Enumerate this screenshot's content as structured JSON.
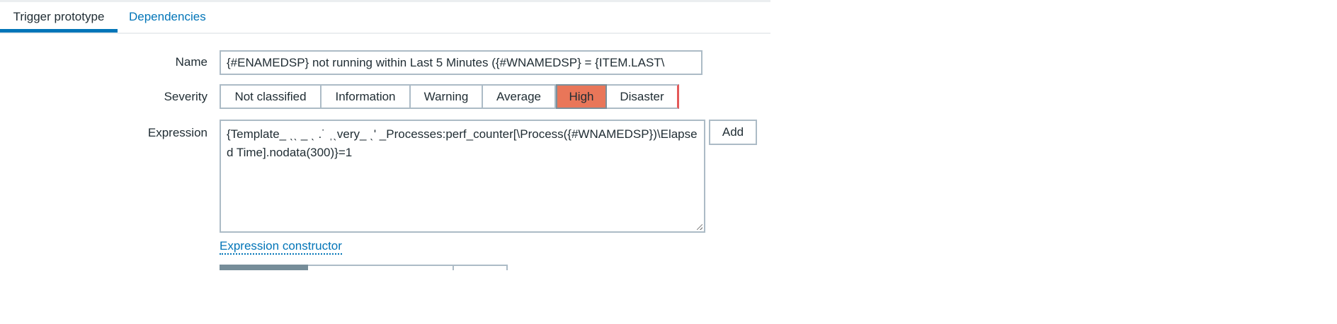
{
  "tabs": [
    {
      "label": "Trigger prototype",
      "active": true
    },
    {
      "label": "Dependencies",
      "active": false
    }
  ],
  "form": {
    "name_label": "Name",
    "name_value": "{#ENAMEDSP}  not running within Last 5 Minutes ({#WNAMEDSP} = {ITEM.LAST\\",
    "severity_label": "Severity",
    "severity_options": [
      "Not classified",
      "Information",
      "Warning",
      "Average",
      "High",
      "Disaster"
    ],
    "severity_selected": "High",
    "expression_label": "Expression",
    "expression_value": "{Template_  ˎˎ  _ ˎ .˙ ˌˎvery_   ˎ' _Processes:perf_counter[\\Process({#WNAMEDSP})\\Elapsed Time].nodata(300)}=1",
    "add_button": "Add",
    "expression_constructor_link": "Expression constructor"
  },
  "colors": {
    "accent": "#0275b8",
    "high": "#e97659",
    "disaster": "#e45959"
  }
}
